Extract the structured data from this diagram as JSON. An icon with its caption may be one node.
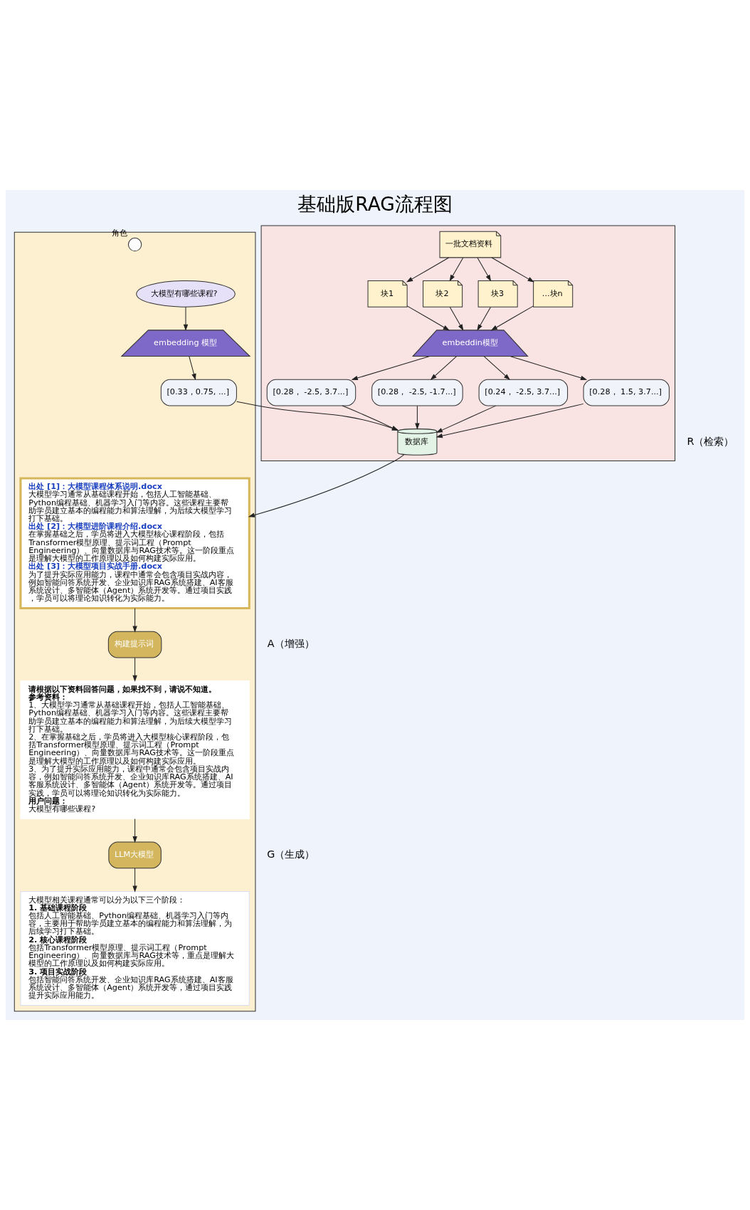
{
  "diagram": {
    "title": "基础版RAG流程图",
    "nodes": [
      {
        "text": [],
        "shape": "box"
      },
      {
        "text": [],
        "shape": "person",
        "beside": [
          "角色"
        ],
        "in": 0
      },
      {
        "text": [
          "大模型有哪些课程?"
        ],
        "in": 0
      },
      {
        "text": [
          "embedding 模型"
        ],
        "in": 0
      },
      {
        "text": [
          "[0.33，0.75, ...]"
        ],
        "in": 0
      },
      {
        "text": [],
        "shape": "box"
      },
      {
        "text": [
          "一批文档资料"
        ],
        "in": 5
      },
      {
        "text": [
          "块1"
        ],
        "in": 5
      },
      {
        "text": [
          "块2"
        ],
        "in": 5
      },
      {
        "text": [
          "块3"
        ],
        "in": 5
      },
      {
        "text": [
          "...块n"
        ],
        "in": 5
      },
      {
        "text": [
          "embeddin模型"
        ],
        "in": 5
      },
      {
        "text": [
          "[0.28， -2.5, 3.7...]"
        ],
        "in": 5
      },
      {
        "text": [
          "[0.28， -2.5, -1.7...]"
        ],
        "in": 5
      },
      {
        "text": [
          "[0.24， -2.5, 3.7...]"
        ],
        "in": 5
      },
      {
        "text": [
          "[0.28， 1.5, 3.7...]"
        ],
        "in": 5
      },
      {
        "text": [
          "数据库"
        ],
        "in": 5
      },
      {
        "text": [
          "出处 [1]：大模型课程体系说明.docx",
          "大模型学习通常从基础课程开始，包括人工智能基础、Python编程基础、机器学习入门等内容。这些课程主要帮助学员建立基本的编程能力和算法理解，为后续大模型学习打下基础。",
          "出处 [2]：大模型进阶课程介绍.docx",
          "在掌握基础之后，学员将进入大模型核心课程阶段，包括Transformer模型原理、提示词工程（Prompt Engineering）、向量数据库与RAG技术等。这一阶段重点是理解大模型的工作原理以及如何构建实际应用。",
          "出处 [3]：大模型项目实战手册.docx",
          "为了提升实际应用能力，课程中通常会包含项目实战内容，例如智能问答系统开发、企业知识库RAG系统搭建、AI客服系统设计、多智能体（Agent）系统开发等。通过项目实践，学员可以将理论知识转化为实际能力。"
        ],
        "in": 0
      },
      {
        "text": [
          "构建提示词"
        ],
        "in": 0
      },
      {
        "text": [
          "请根据以下资料回答问题，如果找不到，请说不知道。",
          "参考资料：",
          "1、大模型学习通常从基础课程开始，包括人工智能基础、Python编程基础、机器学习入门等内容。这些课程主要帮助学员建立基本的编程能力和算法理解，为后续大模型学习打下基础。",
          "2、在掌握基础之后，学员将进入大模型核心课程阶段，包括Transformer模型原理、提示词工程（Prompt Engineering）、向量数据库与RAG技术等。这一阶段重点是理解大模型的工作原理以及如何构建实际应用。",
          "3、为了提升实际应用能力，课程中通常会包含项目实战内容，例如智能问答系统开发、企业知识库RAG系统搭建、AI客服系统设计、多智能体（Agent）系统开发等。通过项目实践，学员可以将理论知识转化为实际能力。",
          "用户问题：",
          "大模型有哪些课程?"
        ],
        "in": 0
      },
      {
        "text": [
          "LLM大模型"
        ],
        "in": 0
      },
      {
        "text": [
          "大模型相关课程通常可以分为以下三个阶段：",
          "1. 基础课程阶段",
          "包括人工智能基础、Python编程基础、机器学习入门等内容，主要用于帮助学员建立基本的编程能力和算法理解，为后续学习打下基础。",
          "2. 核心课程阶段",
          "包括Transformer模型原理、提示词工程（Prompt Engineering）、向量数据库与RAG技术等，重点是理解大模型的工作原理以及如何构建实际应用。",
          "3. 项目实战阶段",
          "包括智能问答系统开发、企业知识库RAG系统搭建、AI客服系统设计、多智能体（Agent）系统开发等，通过项目实践提升实际应用能力。"
        ],
        "in": 0
      }
    ],
    "edges": [
      {
        "from": 2,
        "to": 3,
        "arrow": "to"
      },
      {
        "from": 3,
        "to": 4,
        "arrow": "to"
      },
      {
        "from": 4,
        "to": 16,
        "arrow": "to"
      },
      {
        "from": 6,
        "to": 7,
        "arrow": "to"
      },
      {
        "from": 6,
        "to": 8,
        "arrow": "to"
      },
      {
        "from": 6,
        "to": 9,
        "arrow": "to"
      },
      {
        "from": 6,
        "to": 10,
        "arrow": "to"
      },
      {
        "from": 7,
        "to": 11,
        "arrow": "to"
      },
      {
        "from": 8,
        "to": 11,
        "arrow": "to"
      },
      {
        "from": 9,
        "to": 11,
        "arrow": "to"
      },
      {
        "from": 10,
        "to": 11,
        "arrow": "to"
      },
      {
        "from": 11,
        "to": 12,
        "arrow": "to"
      },
      {
        "from": 11,
        "to": 13,
        "arrow": "to"
      },
      {
        "from": 11,
        "to": 14,
        "arrow": "to"
      },
      {
        "from": 11,
        "to": 15,
        "arrow": "to"
      },
      {
        "from": 12,
        "to": 16,
        "arrow": "to"
      },
      {
        "from": 13,
        "to": 16,
        "arrow": "to"
      },
      {
        "from": 14,
        "to": 16,
        "arrow": "to"
      },
      {
        "from": 15,
        "to": 16,
        "arrow": "to"
      },
      {
        "from": 16,
        "to": 17,
        "arrow": "to"
      },
      {
        "from": 17,
        "to": 18,
        "arrow": "to"
      },
      {
        "from": 18,
        "to": 19,
        "arrow": "to"
      },
      {
        "from": 19,
        "to": 20,
        "arrow": "to"
      },
      {
        "from": 20,
        "to": 21,
        "arrow": "to"
      }
    ],
    "labels": [
      "R（检索）",
      "A（增强）",
      "G（生成）"
    ]
  }
}
